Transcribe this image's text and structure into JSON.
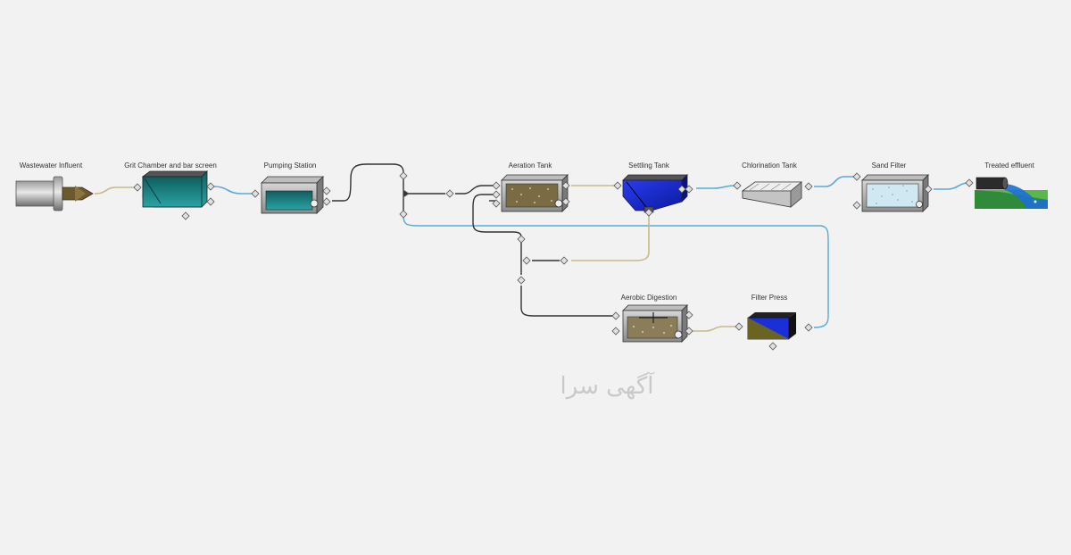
{
  "units": {
    "wastewater_influent": "Wastewater Influent",
    "grit_chamber": "Grit Chamber and bar screen",
    "pumping_station": "Pumping Station",
    "aeration_tank": "Aeration Tank",
    "settling_tank": "Settling Tank",
    "chlorination_tank": "Chlorination Tank",
    "sand_filter": "Sand Filter",
    "treated_effluent": "Treated effluent",
    "aerobic_digestion": "Aerobic Digestion",
    "filter_press": "Filter Press"
  },
  "watermark": "آگهی سرا",
  "colors": {
    "background": "#f2f2f2",
    "sludge_line": "#c8b98a",
    "water_line": "#5aa9d6",
    "process_line": "#333333",
    "tank_teal": "#1f8a8a",
    "tank_blue": "#1a2fd8",
    "sludge_fill": "#7a6b45"
  }
}
